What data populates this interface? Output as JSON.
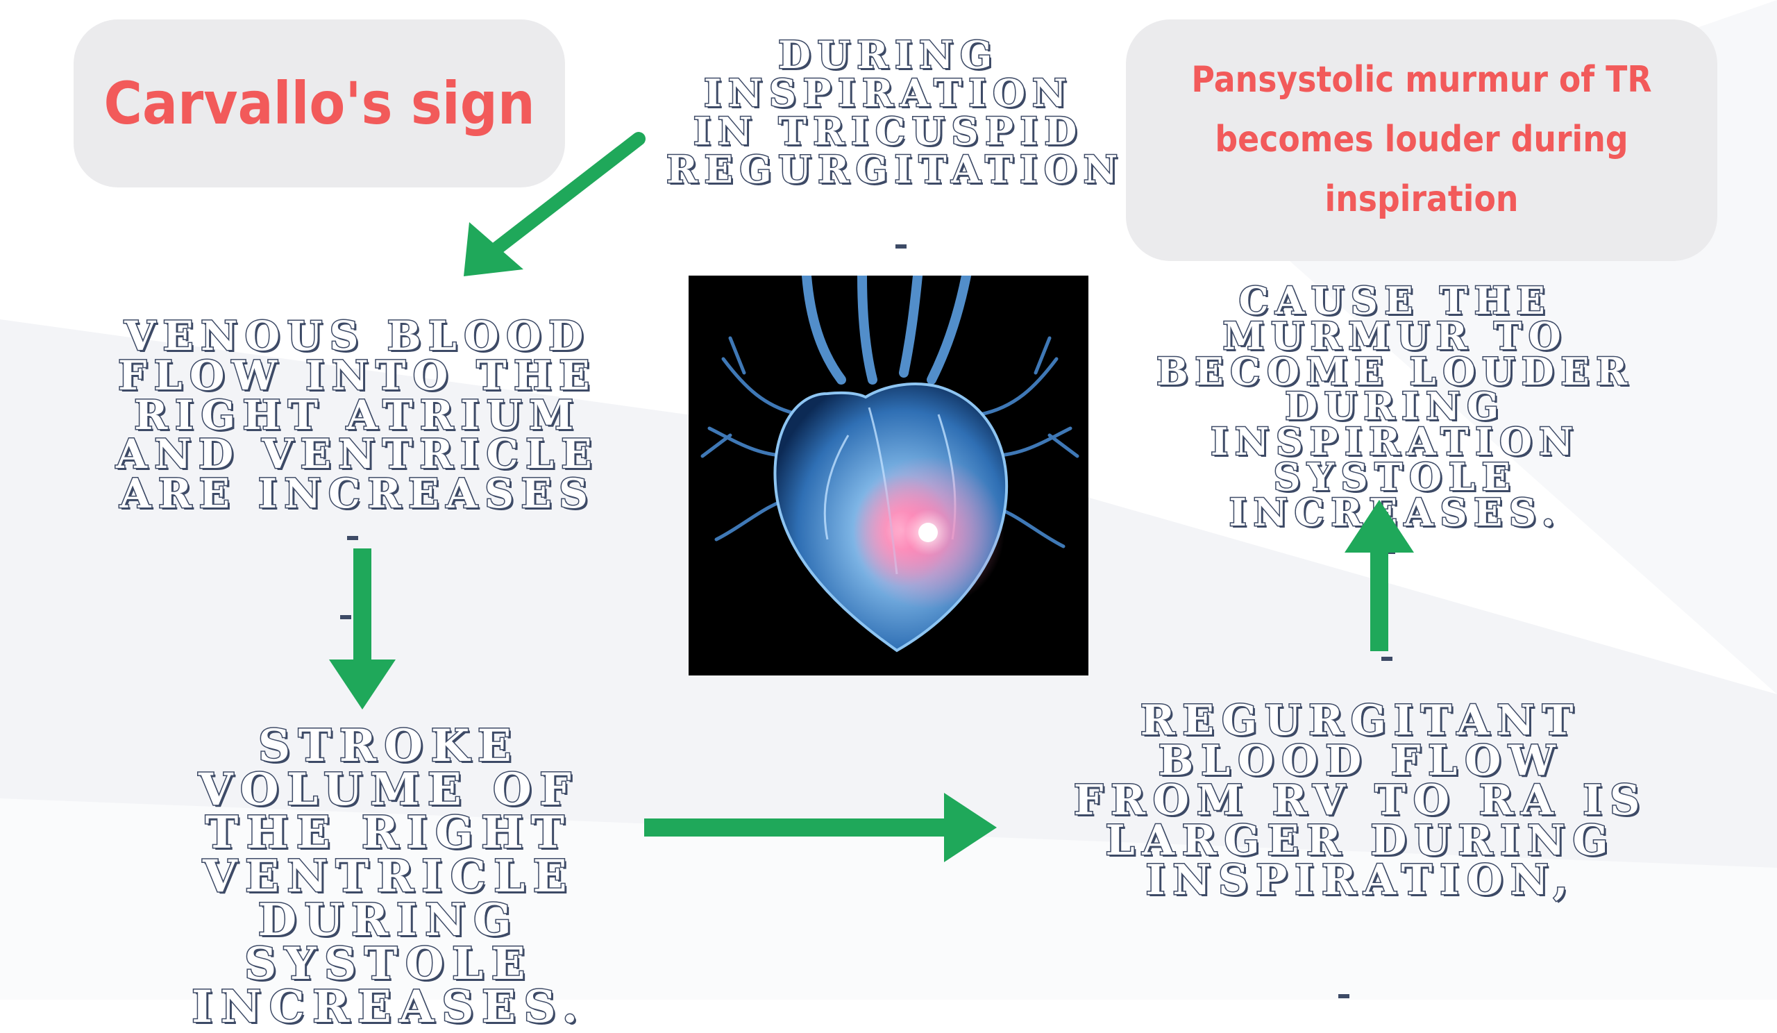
{
  "title": "Carvallo's sign",
  "summary": "Pansystolic murmur of TR becomes louder during inspiration",
  "steps": {
    "top": "DURING INSPIRATION IN TRICUSPID REGURGITATION",
    "venous": "VENOUS BLOOD FLOW INTO THE RIGHT ATRIUM AND VENTRICLE ARE INCREASES",
    "stroke": "STROKE VOLUME OF THE RIGHT VENTRICLE DURING SYSTOLE INCREASES.",
    "regurgitant": "REGURGITANT BLOOD FLOW  FROM RV TO RA  IS LARGER DURING INSPIRATION,",
    "cause": "CAUSE THE MURMUR TO BECOME LOUDER DURING INSPIRATION SYSTOLE INCREASES."
  },
  "colors": {
    "title_text": "#f25a5a",
    "pill_bg": "#ebebed",
    "step_outline": "#3d4a66",
    "arrow": "#1fa85a"
  },
  "image": {
    "subject": "anatomical-heart-illustration"
  }
}
